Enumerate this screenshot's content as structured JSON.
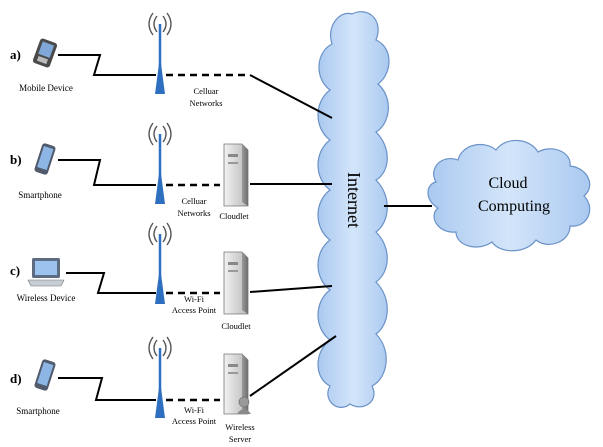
{
  "rows": [
    {
      "letter": "a)",
      "device": "Mobile Device",
      "device_icon": "pda-icon",
      "net_lines": [
        "Celluar",
        "Networks"
      ],
      "edge_lines": []
    },
    {
      "letter": "b)",
      "device": "Smartphone",
      "device_icon": "smartphone-icon",
      "net_lines": [
        "Celluar",
        "Networks"
      ],
      "edge_lines": [
        "Cloudlet"
      ]
    },
    {
      "letter": "c)",
      "device": "Wireless Device",
      "device_icon": "laptop-icon",
      "net_lines": [
        "Wi-Fi",
        "Access Point"
      ],
      "edge_lines": [
        "Cloudlet"
      ]
    },
    {
      "letter": "d)",
      "device": "Smartphone",
      "device_icon": "smartphone-icon",
      "net_lines": [
        "Wi-Fi",
        "Access Point"
      ],
      "edge_lines": [
        "Wireless",
        "Server"
      ]
    }
  ],
  "internet": {
    "label": "Internet"
  },
  "cloud_computing": {
    "line1": "Cloud",
    "line2": "Computing"
  },
  "colors": {
    "cloud_fill": "#bcd7f5",
    "cloud_stroke": "#5b87c4",
    "tower": "#2f6fc0",
    "server": "#d9d9d9"
  }
}
